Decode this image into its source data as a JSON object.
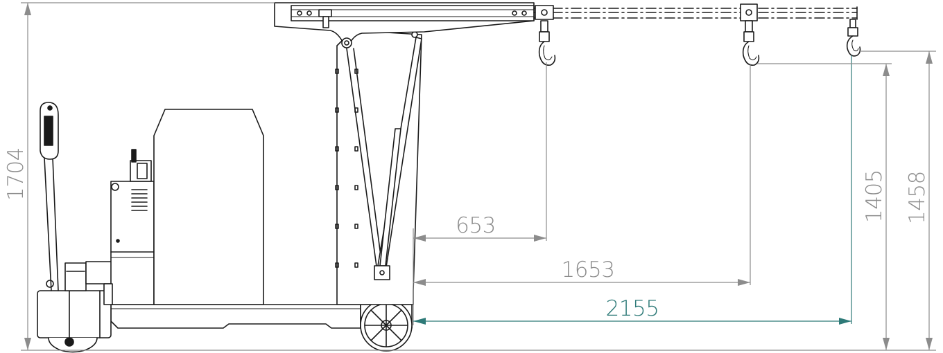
{
  "drawing": {
    "dimensions": {
      "overall_height": "1704",
      "hook_height_2155": "1405",
      "hook_height_1653": "1458",
      "reach_653": "653",
      "reach_1653": "1653",
      "reach_2155": "2155"
    },
    "colors": {
      "outline": "#1a1a1a",
      "dimension": "#8c8c8c",
      "accent": "#2e7a78"
    }
  }
}
